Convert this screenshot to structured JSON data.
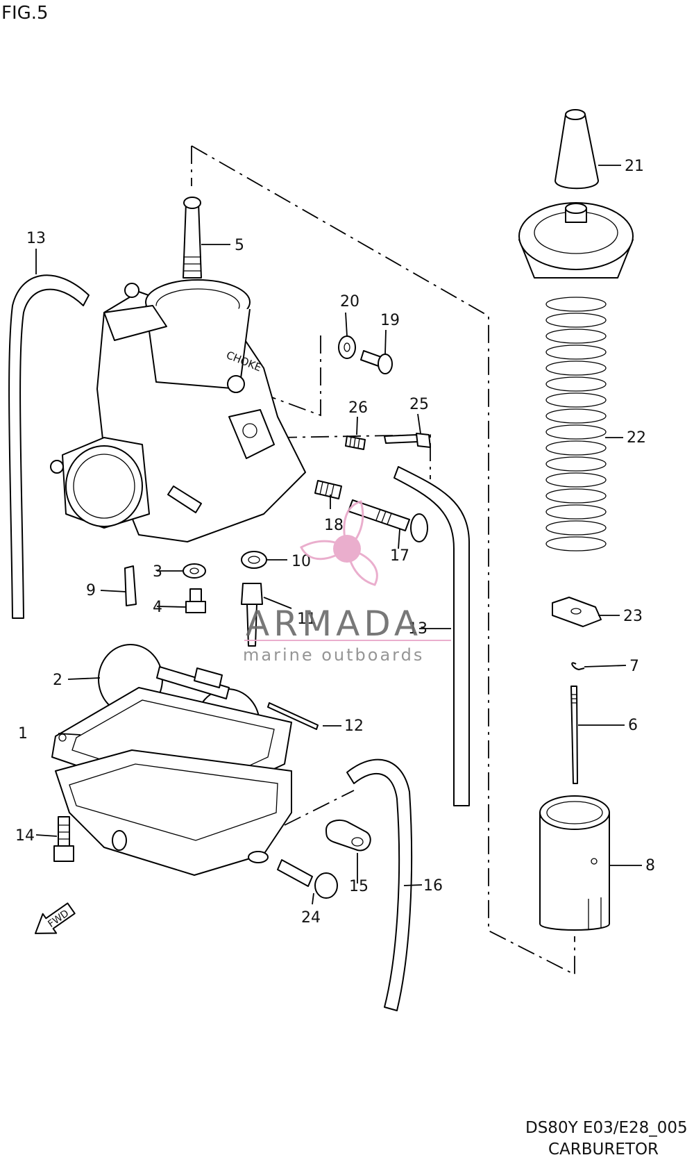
{
  "figure": {
    "label": "FIG.5"
  },
  "parts": [
    {
      "ref": "1"
    },
    {
      "ref": "2"
    },
    {
      "ref": "3"
    },
    {
      "ref": "4"
    },
    {
      "ref": "5"
    },
    {
      "ref": "6"
    },
    {
      "ref": "7"
    },
    {
      "ref": "8"
    },
    {
      "ref": "9"
    },
    {
      "ref": "10"
    },
    {
      "ref": "11"
    },
    {
      "ref": "12"
    },
    {
      "ref": "13"
    },
    {
      "ref": "14"
    },
    {
      "ref": "15"
    },
    {
      "ref": "16"
    },
    {
      "ref": "17"
    },
    {
      "ref": "18"
    },
    {
      "ref": "19"
    },
    {
      "ref": "20"
    },
    {
      "ref": "21"
    },
    {
      "ref": "22"
    },
    {
      "ref": "23"
    },
    {
      "ref": "24"
    },
    {
      "ref": "25"
    },
    {
      "ref": "26"
    }
  ],
  "extra_labels": {
    "hose_13_second": "13",
    "fwd_arrow": "FWD",
    "choke_cast": "CHOKE"
  },
  "watermark": {
    "brand": "ARMADA",
    "tagline": "marine outboards",
    "accent_color": "#e8a6c8"
  },
  "footer": {
    "model_code": "DS80Y E03/E28_005",
    "section_name": "CARBURETOR"
  }
}
